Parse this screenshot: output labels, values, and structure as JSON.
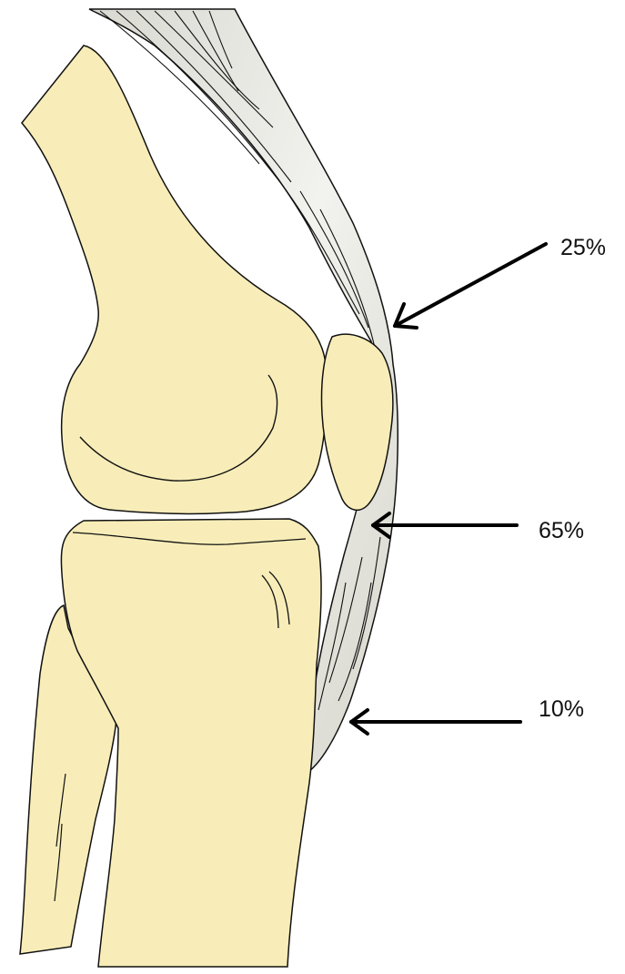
{
  "annotations": {
    "top": "25%",
    "middle": "65%",
    "bottom": "10%"
  },
  "colors": {
    "bone": "#F8EDB8",
    "tendon": "#E8E8E0",
    "outline": "#111111",
    "arrow": "#000000"
  }
}
